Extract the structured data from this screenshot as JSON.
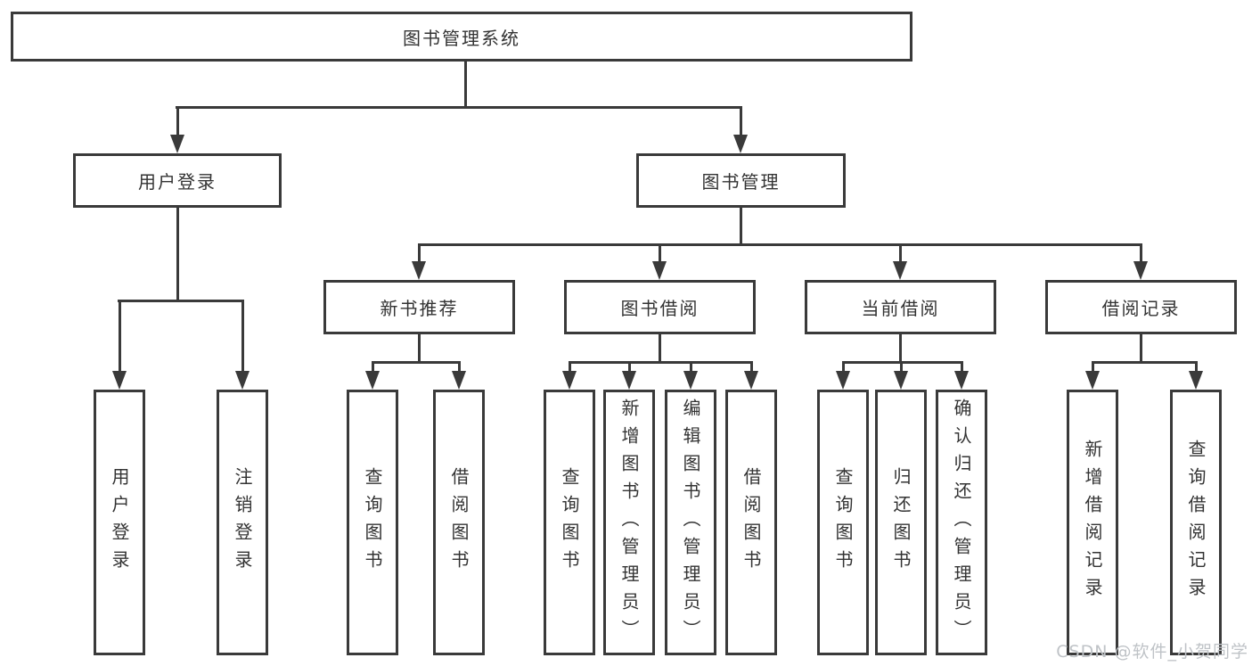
{
  "diagram": {
    "type": "hierarchy-tree",
    "title": "图书管理系统"
  },
  "nodes": {
    "root": {
      "label": "图书管理系统"
    },
    "level2": [
      {
        "label": "用户登录"
      },
      {
        "label": "图书管理"
      }
    ],
    "level3": [
      {
        "label": "新书推荐",
        "parent": "图书管理"
      },
      {
        "label": "图书借阅",
        "parent": "图书管理"
      },
      {
        "label": "当前借阅",
        "parent": "图书管理"
      },
      {
        "label": "借阅记录",
        "parent": "图书管理"
      }
    ],
    "leaves": [
      {
        "label": "用户登录",
        "parent": "用户登录"
      },
      {
        "label": "注销登录",
        "parent": "用户登录"
      },
      {
        "label": "查询图书",
        "parent": "新书推荐"
      },
      {
        "label": "借阅图书",
        "parent": "新书推荐"
      },
      {
        "label": "查询图书",
        "parent": "图书借阅"
      },
      {
        "label": "新增图书（管理员）",
        "parent": "图书借阅"
      },
      {
        "label": "编辑图书（管理员）",
        "parent": "图书借阅"
      },
      {
        "label": "借阅图书",
        "parent": "图书借阅"
      },
      {
        "label": "查询图书",
        "parent": "当前借阅"
      },
      {
        "label": "归还图书",
        "parent": "当前借阅"
      },
      {
        "label": "确认归还（管理员）",
        "parent": "当前借阅"
      },
      {
        "label": "新增借阅记录",
        "parent": "借阅记录"
      },
      {
        "label": "查询借阅记录",
        "parent": "借阅记录"
      }
    ]
  },
  "watermark": {
    "text": "CSDN @软件_小贺同学",
    "color": "#bfc3c7"
  },
  "colors": {
    "background": "#ffffff",
    "line": "#3a3a3a",
    "box_border": "#3a3a3a",
    "box_fill": "#ffffff",
    "text": "#333333",
    "watermark": "#bfc3c7"
  }
}
